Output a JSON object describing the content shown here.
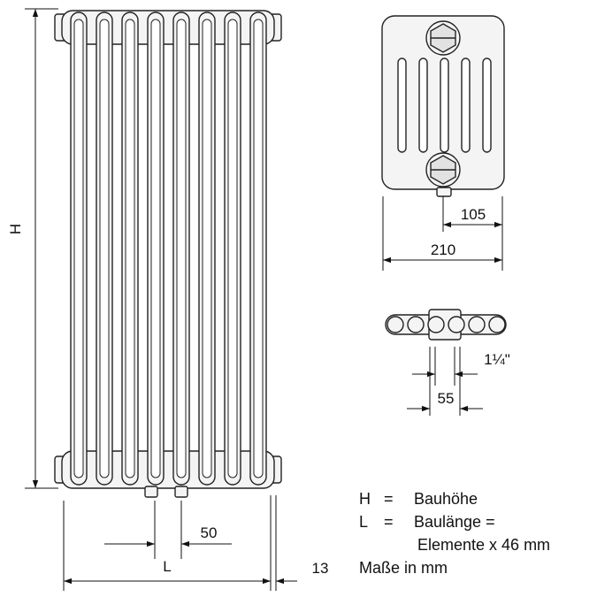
{
  "labels": {
    "height": "H",
    "length": "L",
    "depth_total": "210",
    "depth_half": "105",
    "pitch": "50",
    "offset": "13",
    "connection_size": "1¼\"",
    "connection_spacing": "55"
  },
  "legend": {
    "h_symbol": "H",
    "h_equals": "=",
    "h_text": "Bauhöhe",
    "l_symbol": "L",
    "l_equals": "=",
    "l_text": "Baulänge =",
    "l_text_cont": "Elemente x 46 mm",
    "units_note": "Maße in mm"
  }
}
